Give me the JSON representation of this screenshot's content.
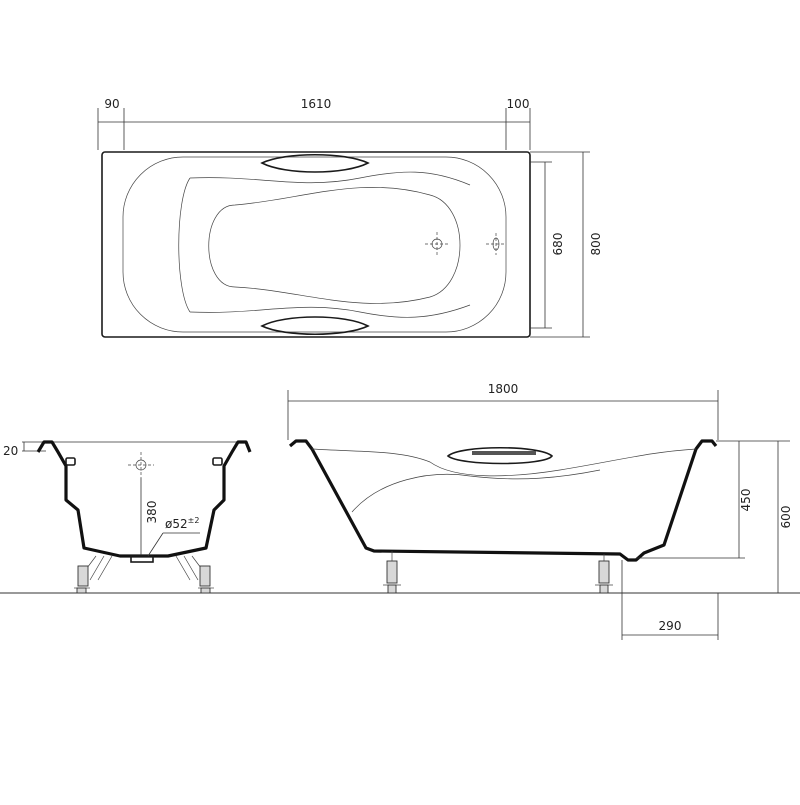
{
  "colors": {
    "line": "#1a1a1a",
    "dimension": "#333333",
    "background": "#ffffff"
  },
  "top_view": {
    "dims": {
      "left_rim": "90",
      "inner_length": "1610",
      "right_rim": "100",
      "inner_width": "680",
      "outer_width": "800"
    }
  },
  "end_view": {
    "dims": {
      "rim_height": "20",
      "drain_height": "380"
    },
    "drain_label": "ø52",
    "drain_tolerance": "±2"
  },
  "side_view": {
    "dims": {
      "total_length": "1800",
      "depth": "450",
      "total_height": "600",
      "foot_offset": "290"
    }
  }
}
